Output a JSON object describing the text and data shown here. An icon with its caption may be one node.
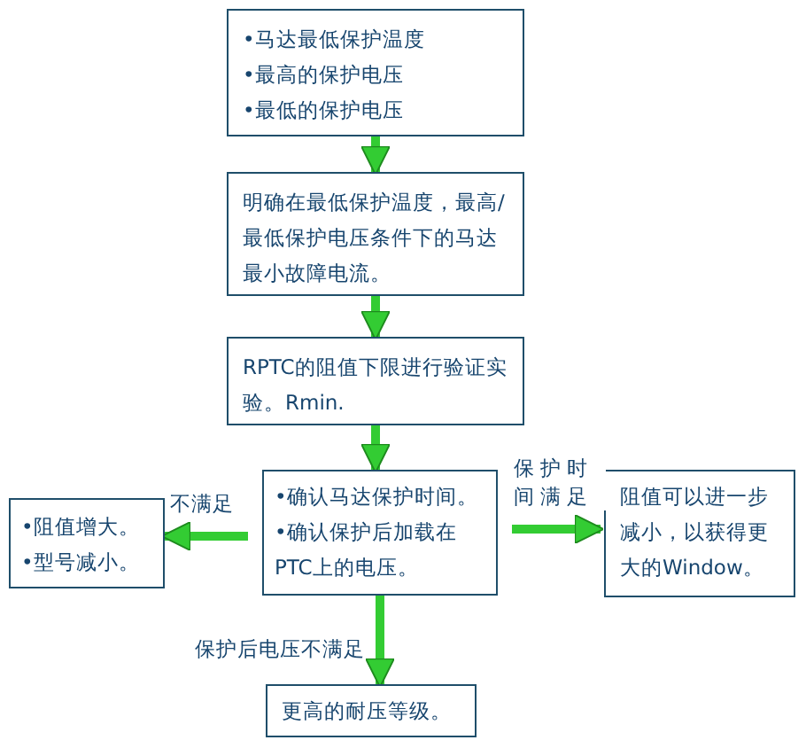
{
  "diagram": {
    "nodes": [
      {
        "text": [
          "•马达最低保护温度",
          "•最高的保护电压",
          "•最低的保护电压"
        ]
      },
      {
        "text": [
          "明确在最低保护温度，最高/最低保护电压条件下的马达最小故障电流。"
        ]
      },
      {
        "text": [
          "RPTC的阻值下限进行验证实验。Rmin."
        ]
      },
      {
        "text": [
          "•确认马达保护时间。",
          "•确认保护后加载在PTC上的电压。"
        ]
      },
      {
        "text": [
          "•阻值增大。",
          "•型号减小。"
        ]
      },
      {
        "text": [
          "阻值可以进一步减小，以获得更大的Window。"
        ]
      },
      {
        "text": [
          "更高的耐压等级。"
        ]
      }
    ],
    "edges": [
      {
        "from": 0,
        "to": 1,
        "arrow": "to"
      },
      {
        "from": 1,
        "to": 2,
        "arrow": "to"
      },
      {
        "from": 2,
        "to": 3,
        "arrow": "to"
      },
      {
        "from": 3,
        "to": 4,
        "arrow": "to",
        "label": "不满足"
      },
      {
        "from": 3,
        "to": 5,
        "arrow": "to",
        "label": "保护时间满足"
      },
      {
        "from": 3,
        "to": 6,
        "arrow": "to",
        "label": "保护后电压不满足"
      }
    ]
  }
}
